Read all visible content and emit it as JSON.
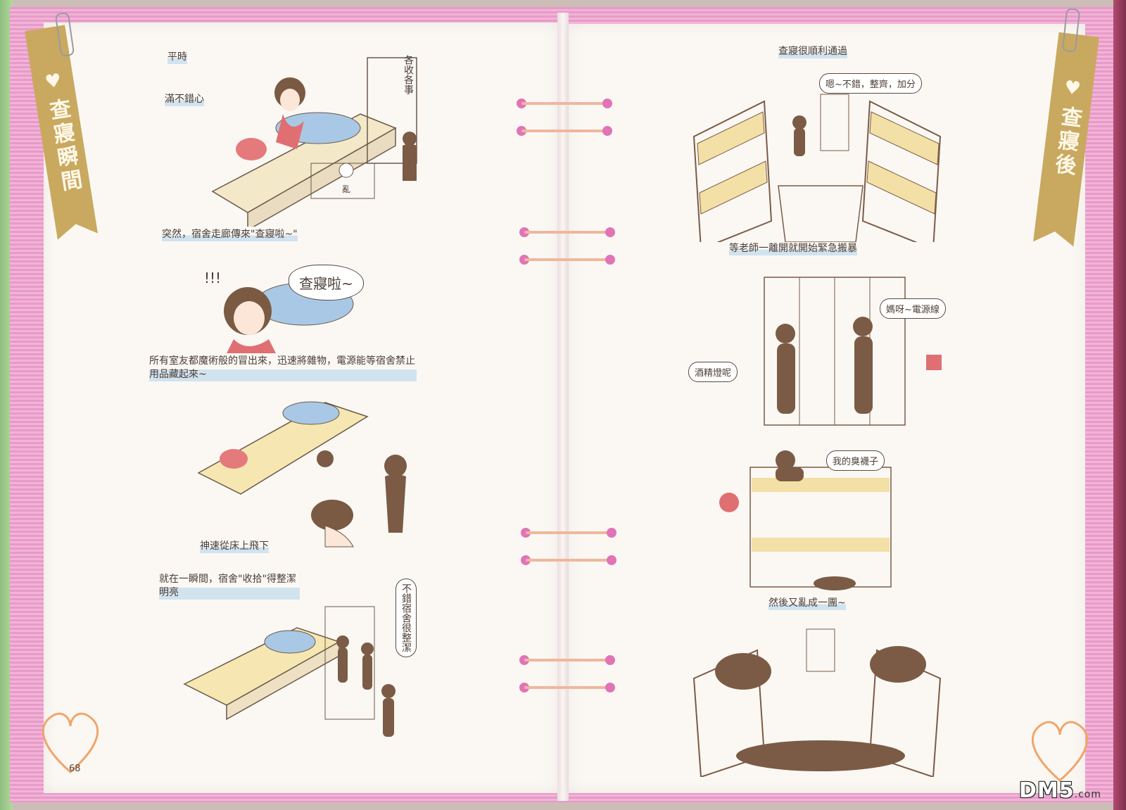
{
  "colors": {
    "ribbon": "#c9a95f",
    "frame_pink": "#e79bc8",
    "ring_pink": "#e173b7",
    "paper": "#fbf8f4",
    "ink": "#4a3c36"
  },
  "left_page": {
    "ribbon_title": "查寢瞬間",
    "heart_icon": "heart-icon",
    "page_number": "68",
    "captions": {
      "p1a": "平時",
      "p1b": "滿不錯心",
      "p2": "突然，宿舍走廊傳來\"查寢啦~\"",
      "p3": "所有室友都魔術般的冒出來，迅速將雜物，電源能等宿舍禁止用品藏起來~",
      "p3b": "神速從床上飛下",
      "p4": "就在一瞬間，宿舍\"收拾\"得整潔明亮"
    },
    "bubbles": {
      "p1_side": "各收各事",
      "p1_mess": "亂",
      "p2_shout": "查寢啦~",
      "p4_praise": "不錯宿舍很整潔"
    }
  },
  "right_page": {
    "ribbon_title": "查寢後",
    "heart_icon": "heart-icon",
    "captions": {
      "p1": "查寢很順利通過",
      "p2": "等老師一離開就開始緊急搬暴",
      "p4": "然後又亂成一團~"
    },
    "bubbles": {
      "p1_praise": "嗯~不錯，整齊，加分",
      "p2_a": "媽呀~電源線",
      "p2_b": "酒精燈呢",
      "p3": "我的臭襪子"
    }
  },
  "watermark": {
    "brand": "DM5",
    "domain": ".com"
  }
}
